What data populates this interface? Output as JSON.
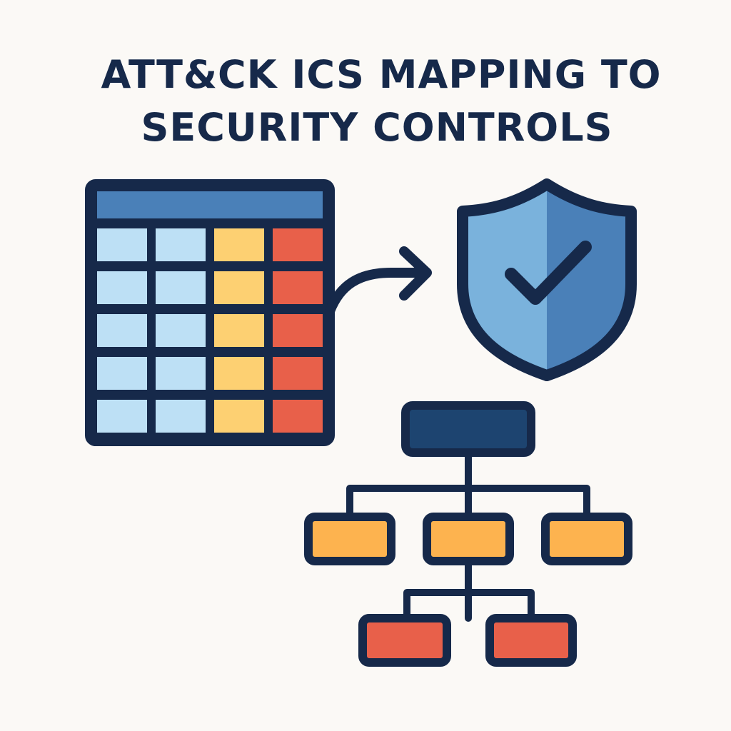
{
  "title": {
    "line1": "ATT&CK ICS MAPPING TO",
    "line2": "SECURITY CONTROLS"
  },
  "colors": {
    "background": "#fbf9f6",
    "outline": "#16294a",
    "table_header": "#4a80b8",
    "cell_light_blue": "#bde0f5",
    "cell_yellow": "#fdd072",
    "cell_red": "#e8604a",
    "shield_light": "#7ab2dc",
    "shield_dark": "#4a80b8",
    "tree_root": "#1d4470",
    "tree_mid": "#fdb34f",
    "tree_leaf": "#e8604a"
  },
  "table": {
    "rows": 5,
    "column_kinds": [
      "blue",
      "blue",
      "yellow",
      "red"
    ]
  },
  "icons": {
    "matrix": "table-matrix-icon",
    "arrow": "curved-arrow-icon",
    "shield": "shield-check-icon",
    "hierarchy": "hierarchy-tree-icon"
  }
}
